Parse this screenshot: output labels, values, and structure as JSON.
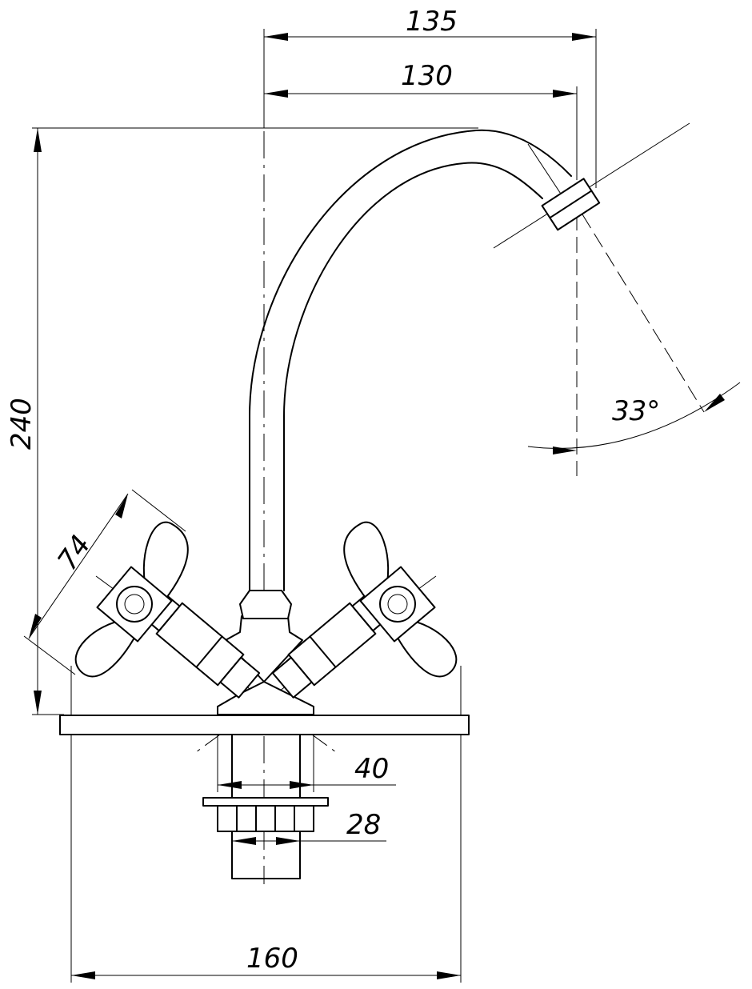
{
  "drawing": {
    "dimensions": {
      "spout_reach_outer": "135",
      "spout_reach_axis": "130",
      "total_height": "240",
      "handle_span": "74",
      "spout_angle": "33°",
      "base_diameter": "40",
      "connector_diameter": "28",
      "plate_width": "160"
    }
  }
}
